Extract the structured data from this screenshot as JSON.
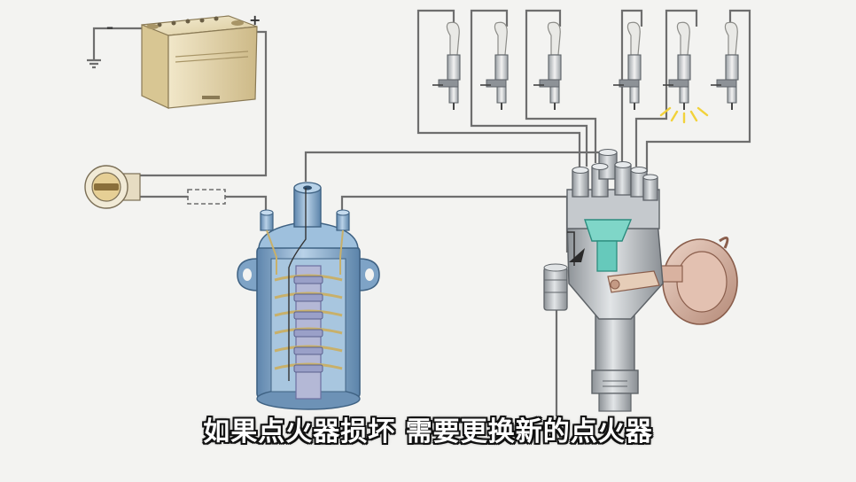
{
  "caption": "如果点火器损坏 需要更换新的点火器",
  "battery": {
    "minus": "–",
    "plus": "+"
  },
  "spark_plugs": [
    "plug-1",
    "plug-2",
    "plug-3",
    "plug-4",
    "plug-5",
    "plug-6"
  ],
  "colors": {
    "wire": "#6e6e6e",
    "battery": "#eadfc0",
    "coil": "#8fb2d2",
    "coil_winding": "#c8b06a",
    "distributor": "#b7bcc0",
    "rotor": "#66c9bb",
    "vacuum_unit": "#d9b2a0",
    "spark": "#f2d23a"
  }
}
